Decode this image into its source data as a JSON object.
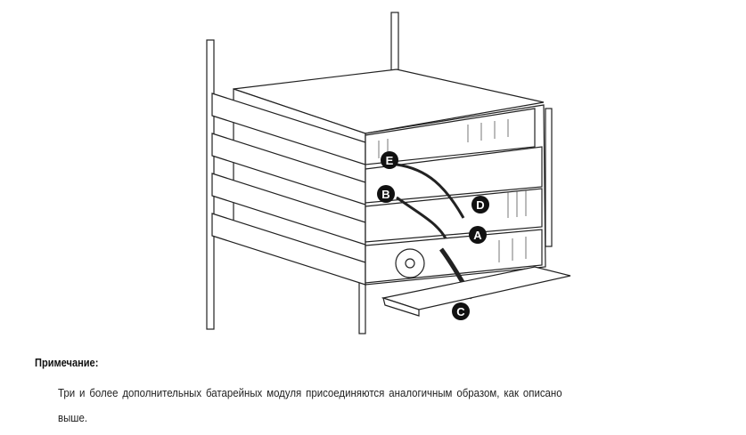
{
  "figure": {
    "callouts": {
      "a": "A",
      "b": "B",
      "c": "C",
      "d": "D",
      "e": "E"
    }
  },
  "note": {
    "title": "Примечание:",
    "text_line1": "Три и более дополнительных батарейных модуля присоединяются  аналогичным  образом,  как  описано",
    "text_line2": "выше."
  }
}
